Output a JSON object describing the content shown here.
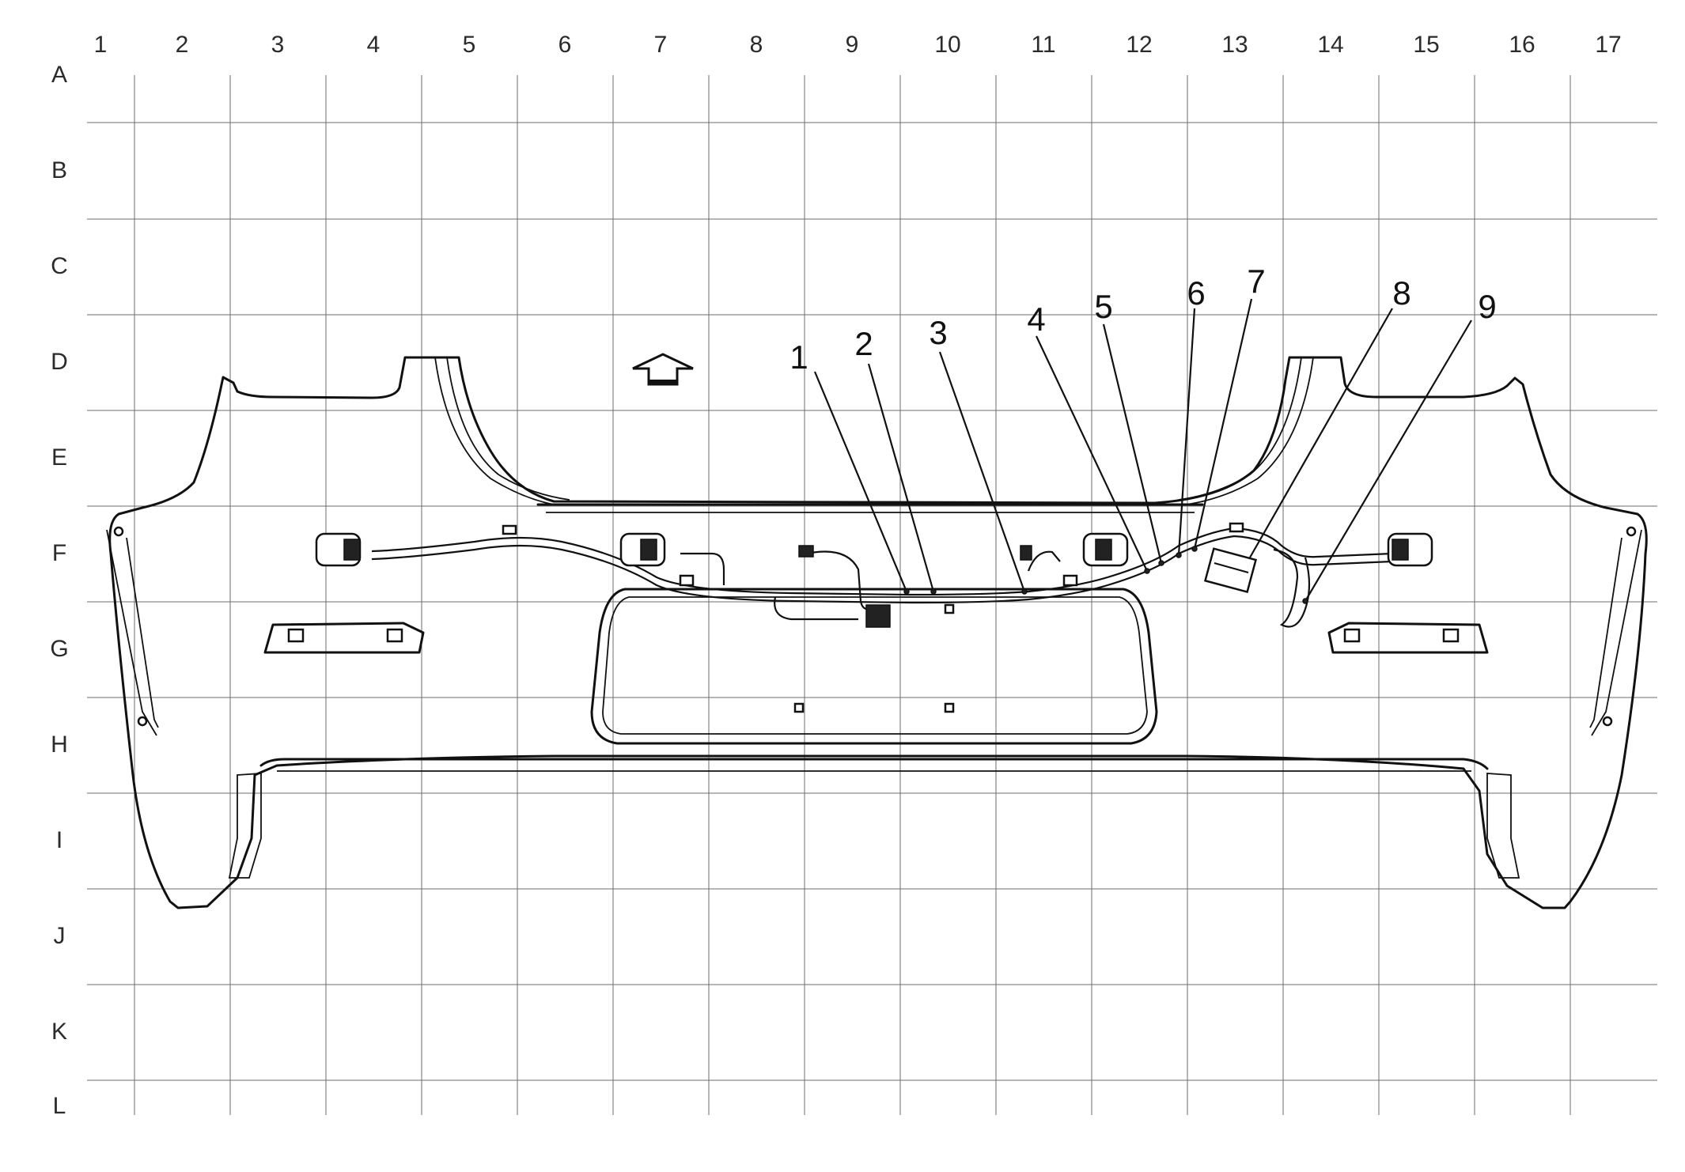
{
  "grid": {
    "columns": [
      "1",
      "2",
      "3",
      "4",
      "5",
      "6",
      "7",
      "8",
      "9",
      "10",
      "11",
      "12",
      "13",
      "14",
      "15",
      "16",
      "17"
    ],
    "rows": [
      "A",
      "B",
      "C",
      "D",
      "E",
      "F",
      "G",
      "H",
      "I",
      "J",
      "K",
      "L"
    ]
  },
  "callouts": [
    {
      "label": "1"
    },
    {
      "label": "2"
    },
    {
      "label": "3"
    },
    {
      "label": "4"
    },
    {
      "label": "5"
    },
    {
      "label": "6"
    },
    {
      "label": "7"
    },
    {
      "label": "8"
    },
    {
      "label": "9"
    }
  ],
  "icons": {
    "direction_arrow": "up-arrow-icon"
  },
  "colors": {
    "grid": "#6e6e6e",
    "ink": "#111111",
    "background": "#ffffff"
  }
}
